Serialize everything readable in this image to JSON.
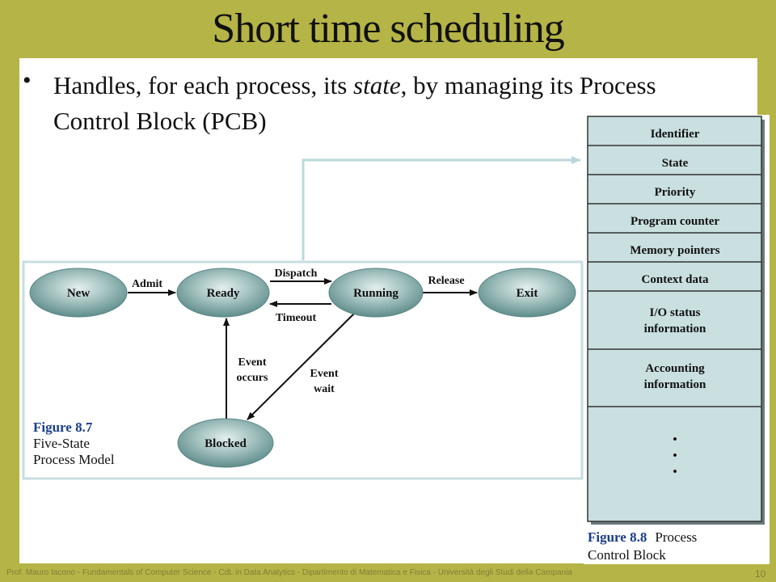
{
  "slide": {
    "title": "Short time scheduling",
    "bullet_prefix": "Handles, for each process, its ",
    "bullet_em": "state",
    "bullet_suffix": ", by managing its Process Control Block (PCB)",
    "footer": "Prof. Mauro Iacono - Fundamentals of Computer  Science - CdL in Data Analytics - Dipartimento di Matematica e Fisica - Università degli Studi della Campania",
    "page_number": "10"
  },
  "five_state": {
    "states": {
      "new": "New",
      "ready": "Ready",
      "running": "Running",
      "exit": "Exit",
      "blocked": "Blocked"
    },
    "transitions": {
      "admit": "Admit",
      "dispatch": "Dispatch",
      "timeout": "Timeout",
      "release": "Release",
      "event_occurs_1": "Event",
      "event_occurs_2": "occurs",
      "event_wait_1": "Event",
      "event_wait_2": "wait"
    },
    "caption_number": "Figure 8.7",
    "caption_line1": "Five-State",
    "caption_line2": "Process Model"
  },
  "pcb": {
    "fields": {
      "identifier": "Identifier",
      "state": "State",
      "priority": "Priority",
      "program_counter": "Program counter",
      "memory_pointers": "Memory pointers",
      "context_data": "Context data",
      "io_1": "I/O status",
      "io_2": "information",
      "acc_1": "Accounting",
      "acc_2": "information",
      "dots": "•"
    },
    "caption_number": "Figure 8.8",
    "caption_line1": "Process",
    "caption_line2": "Control Block"
  },
  "colors": {
    "background": "#b5b446",
    "ellipse_fill": "#6e9a98",
    "pcb_fill": "#c9dfe0",
    "caption_blue": "#1b3f8a"
  }
}
